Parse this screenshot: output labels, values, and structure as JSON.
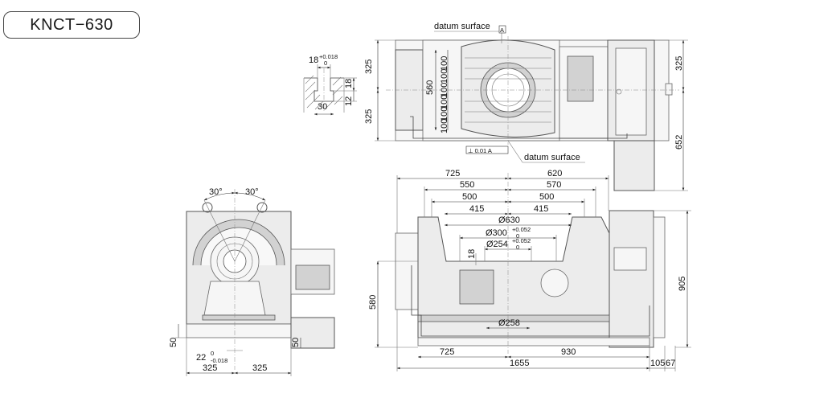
{
  "model": "KNCT−630",
  "labels": {
    "datum_surface_top": "datum  surface",
    "datum_surface_bottom": "datum  surface",
    "datum_ref": "A",
    "flatness": "⊥ 0.01 A"
  },
  "tslot_detail": {
    "width": "18",
    "width_tol_upper": "+0.018",
    "width_tol_lower": "0",
    "depth_top": "18",
    "depth_bottom": "12",
    "bottom_width": "30"
  },
  "top_view": {
    "left_half": "325",
    "right_half": "325",
    "right_half_2": "325",
    "table_width": "560",
    "slot_pitches": [
      "100",
      "100",
      "100",
      "100",
      "100",
      "100"
    ],
    "tail_length": "652"
  },
  "side_view": {
    "angle_left": "30°",
    "angle_right": "30°",
    "base_height": "50",
    "base_height_right": "50",
    "key_width": "22",
    "key_tol_upper": "0",
    "key_tol_lower": "-0.018",
    "half_left": "325",
    "half_right": "325"
  },
  "front_view": {
    "top_left": "725",
    "top_right": "620",
    "row2_left": "550",
    "row2_right": "570",
    "row3_left": "500",
    "row3_right": "500",
    "row4_left": "415",
    "row4_right": "415",
    "table_diameter": "Ø630",
    "bore1": "Ø300",
    "bore1_tol_upper": "+0.052",
    "bore1_tol_lower": "0",
    "bore2": "Ø254",
    "bore2_tol_upper": "+0.052",
    "bore2_tol_lower": "0",
    "slot_18": "18",
    "bottom_bore": "Ø258",
    "center_height": "580",
    "overall_height": "905",
    "bottom_left": "725",
    "bottom_right": "930",
    "overall_length": "1655",
    "end_a": "105",
    "end_b": "67"
  }
}
